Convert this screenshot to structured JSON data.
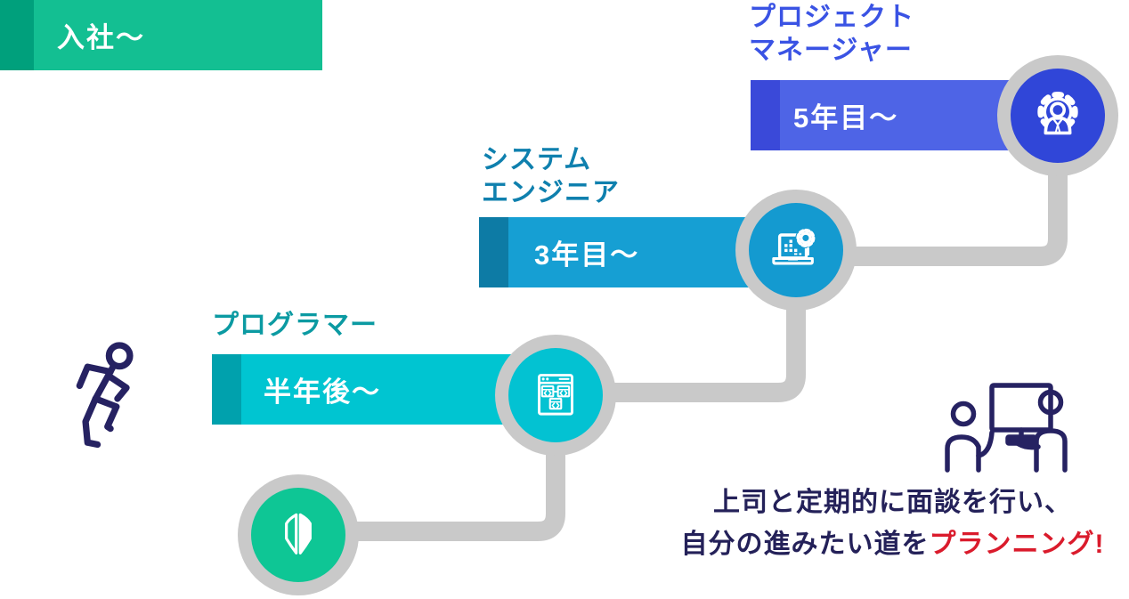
{
  "steps": [
    {
      "id": "start",
      "title_line1": "",
      "title_line2": "",
      "period_label": "入社〜",
      "bar_color": "#13bf92",
      "tab_color": "#00a07c",
      "circle_color": "#0ec695",
      "title_color": "",
      "icon": "beginner-mark-icon"
    },
    {
      "id": "programmer",
      "title_line1": "プログラマー",
      "title_line2": "",
      "period_label": "半年後〜",
      "bar_color": "#00c5d1",
      "tab_color": "#00a1ad",
      "circle_color": "#03c2d2",
      "title_color": "#0b9aa2",
      "icon": "code-window-icon"
    },
    {
      "id": "system-engineer",
      "title_line1": "システム",
      "title_line2": "エンジニア",
      "period_label": "3年目〜",
      "bar_color": "#169fd3",
      "tab_color": "#0d7ba5",
      "circle_color": "#149ad0",
      "title_color": "#0f80ae",
      "icon": "laptop-gear-icon"
    },
    {
      "id": "project-manager",
      "title_line1": "プロジェクト",
      "title_line2": "マネージャー",
      "period_label": "5年目〜",
      "bar_color": "#4e64e6",
      "tab_color": "#3a49d9",
      "circle_color": "#3046d8",
      "title_color": "#3a53e4",
      "icon": "gear-person-icon"
    }
  ],
  "note": {
    "line1": "上司と定期的に面談を行い、",
    "line2_text": "自分の進みたい道を",
    "line2_accent": "プランニング!",
    "text_color": "#242159",
    "accent_color": "#da1b2c"
  },
  "decor": {
    "connector_color": "#c9c9c9",
    "ring_color": "#c9c9c9",
    "outline_icon_color": "#262262",
    "runner_icon": "runner-icon",
    "meeting_icon": "meeting-discussion-icon"
  }
}
